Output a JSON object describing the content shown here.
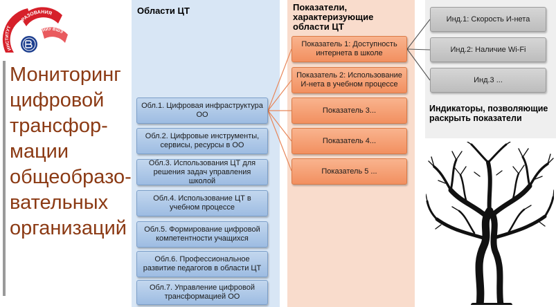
{
  "logo": {
    "arc_text_1": "ИНСТИТУТ",
    "arc_text_2": "ОБРАЗОВАНИЯ",
    "arc_text_3": "НИУ ВШЭ",
    "colors": {
      "red": "#d6202a",
      "blue": "#1d3f8f"
    }
  },
  "title": {
    "lines": [
      "Мониторинг",
      "цифровой",
      "трансфор-",
      "мации",
      "общеобразо-",
      "вательных",
      "организаций"
    ],
    "color": "#8b3a14"
  },
  "areas": {
    "header": "Области ЦТ",
    "items": [
      "Обл.1. Цифровая инфраструктура ОО",
      "Обл.2. Цифровые инструменты, сервисы, ресурсы в ОО",
      "Обл.3. Использования ЦТ для решения задач управления школой",
      "Обл.4. Использование ЦТ в учебном процессе",
      "Обл.5. Формирование цифровой компетентности учащихся",
      "Обл.6. Профессиональное развитие педагогов в области ЦТ",
      "Обл.7. Управление цифровой трансформацией ОО"
    ]
  },
  "indicators": {
    "header": "Показатели, характеризующие области ЦТ",
    "items": [
      "Показатель 1: Доступность интернета в школе",
      "Показатель 2: Использование И-нета в учебном процессе",
      "Показатель 3...",
      "Показатель 4...",
      "Показатель 5 ..."
    ]
  },
  "sub_indicators": {
    "items": [
      "Инд.1: Скорость И-нета",
      "Инд.2: Наличие Wi-Fi",
      "Инд.3 ..."
    ],
    "note": "Индикаторы, позволяющие раскрыть показатели"
  },
  "colors": {
    "area_bg": "#d8e6f5",
    "indicator_bg": "#f9dccc",
    "connector_orange": "#e8875a",
    "connector_gray": "#555555"
  }
}
